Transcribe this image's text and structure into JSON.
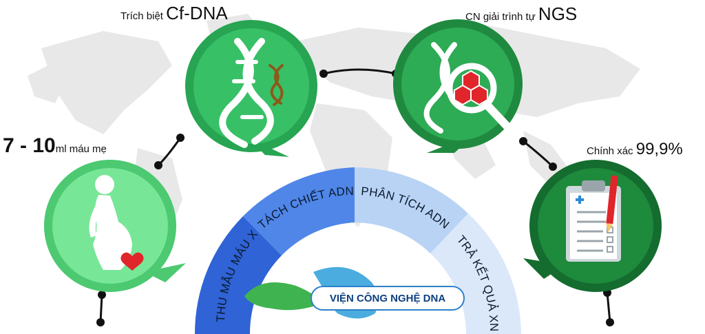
{
  "captions": {
    "extraction": {
      "prefix": "Trích biệt ",
      "emphasis": "Cf-DNA"
    },
    "sequencing": {
      "prefix": "CN giải trình tự ",
      "emphasis": "NGS"
    },
    "blood": {
      "emphasis": "7 - 10",
      "suffix": "ml máu mẹ"
    },
    "accuracy": {
      "prefix": "Chính xác ",
      "emphasis": "99,9%"
    }
  },
  "arc_steps": [
    {
      "label": "THU MẪU MÁU XN",
      "color": "#2f63d6"
    },
    {
      "label": "TÁCH CHIẾT ADN",
      "color": "#4f86e8"
    },
    {
      "label": "PHÂN TÍCH ADN",
      "color": "#b9d3f5"
    },
    {
      "label": "TRẢ KẾT QUẢ XN",
      "color": "#dbe8fa"
    }
  ],
  "brand": {
    "name": "VIỆN CÔNG NGHỆ DNA"
  },
  "colors": {
    "green_light": "#6fe28d",
    "green_mid": "#3cc86a",
    "green_main": "#2fae5a",
    "green_dark": "#1f8a3f",
    "connector": "#111111",
    "map": "#e6e6e6"
  },
  "icons": {
    "blood_bubble": "pregnant-woman-icon",
    "extraction_bubble": "dna-helix-icon",
    "sequencing_bubble": "dna-magnifier-icon",
    "accuracy_bubble": "clipboard-icon"
  }
}
